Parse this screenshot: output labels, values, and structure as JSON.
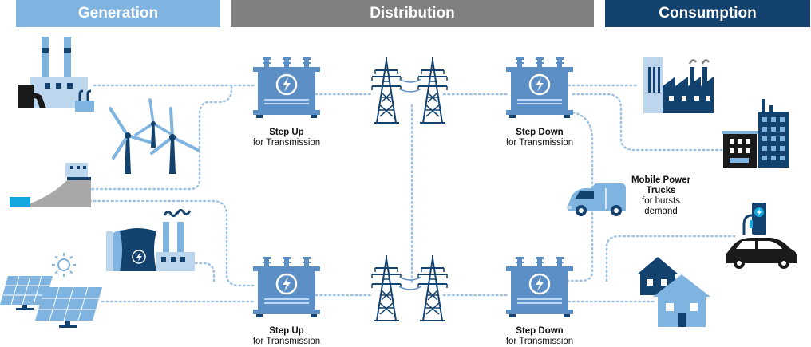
{
  "banners": {
    "generation": "Generation",
    "distribution": "Distribution",
    "consumption": "Consumption"
  },
  "labels": {
    "step_up_top": {
      "title": "Step Up",
      "sub": "for Transmission"
    },
    "step_down_top": {
      "title": "Step Down",
      "sub": "for Transmission"
    },
    "step_up_bottom": {
      "title": "Step Up",
      "sub": "for Transmission"
    },
    "step_down_bottom": {
      "title": "Step Down",
      "sub": "for Transmission"
    },
    "mobile_power": {
      "title_line1": "Mobile Power",
      "title_line2": "Trucks",
      "sub_line1": "for bursts",
      "sub_line2": "demand"
    }
  },
  "colors": {
    "generation_banner": "#7fb3e0",
    "distribution_banner": "#808080",
    "consumption_banner": "#13426e",
    "light_blue": "#7fb3e0",
    "mid_blue": "#5b8fc5",
    "dark_navy": "#13426e",
    "pale_blue": "#bcd6ee",
    "dotted_line": "#9fc3e5",
    "black": "#1a1a1a"
  },
  "icons": {
    "gen": [
      "factory-icon",
      "wind-turbines-icon",
      "hydro-dam-icon",
      "nuclear-plant-icon",
      "solar-panels-icon"
    ],
    "dist": [
      "transformer-icon",
      "transmission-tower-icon"
    ],
    "cons": [
      "industrial-factory-icon",
      "office-buildings-icon",
      "delivery-van-icon",
      "electric-car-charger-icon",
      "houses-icon"
    ]
  }
}
